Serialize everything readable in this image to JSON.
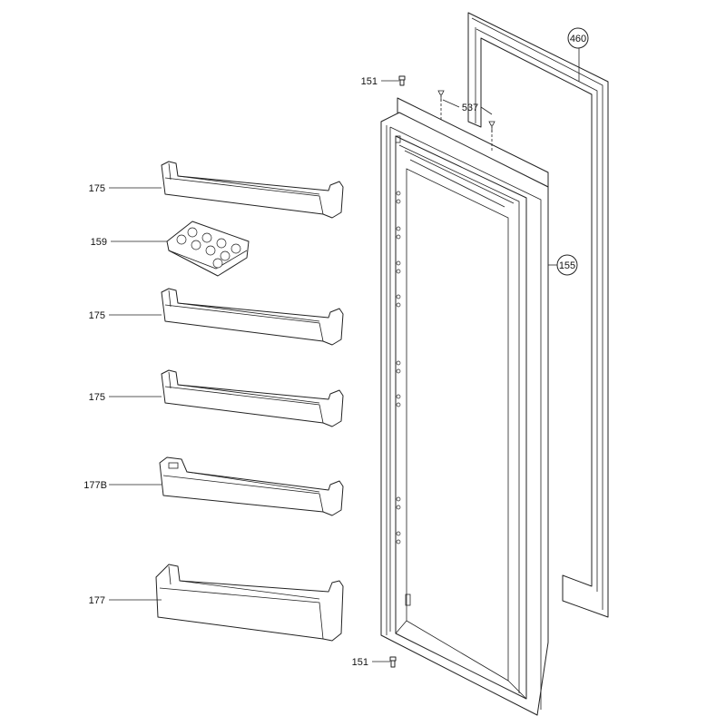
{
  "callouts": {
    "c460": "460",
    "c151_top": "151",
    "c537": "537",
    "c155": "155",
    "c175_a": "175",
    "c159": "159",
    "c175_b": "175",
    "c175_c": "175",
    "c177B": "177B",
    "c177": "177",
    "c151_bottom": "151"
  }
}
